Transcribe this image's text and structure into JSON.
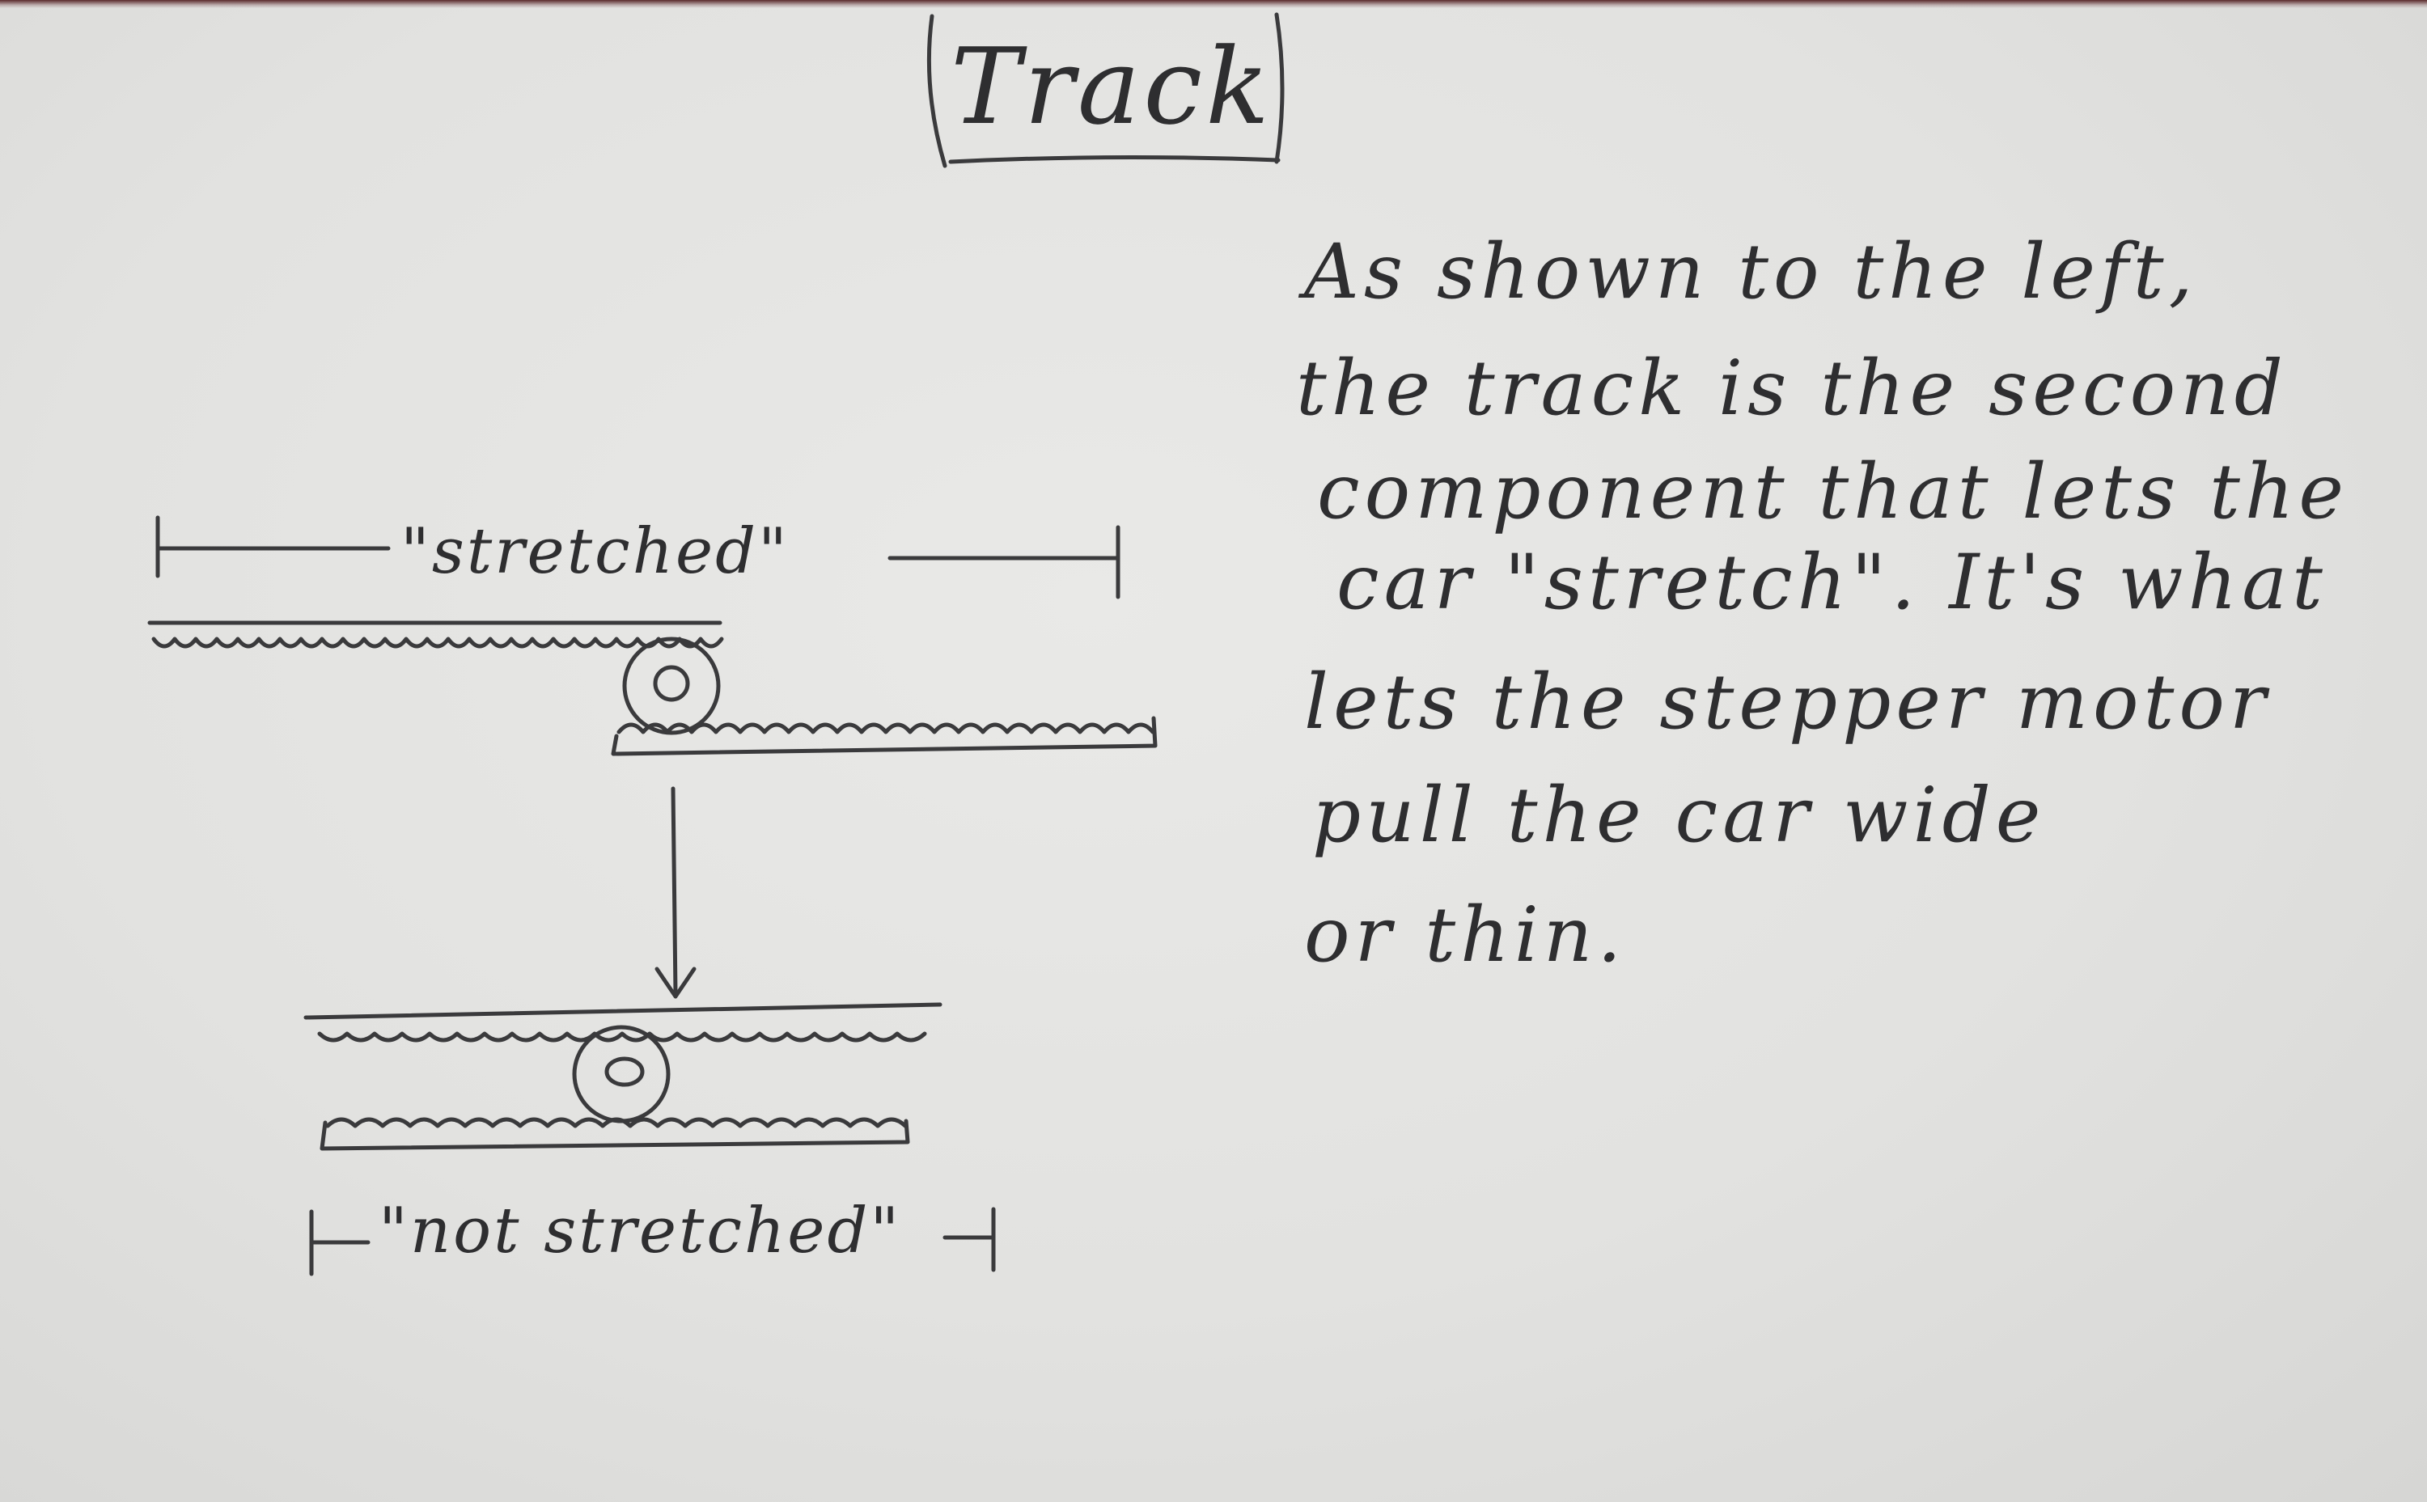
{
  "title": "Track",
  "labels": {
    "stretched": "\"stretched\"",
    "not_stretched": "\"not stretched\""
  },
  "paragraph": [
    "As shown to the left,",
    "the track is the second",
    "component that lets the",
    "car \"stretch\". It's what",
    "lets the stepper motor",
    "pull the car wide",
    "or thin."
  ],
  "colors": {
    "paper": "#e6e6e4",
    "pencil": "#3a3a3c"
  }
}
